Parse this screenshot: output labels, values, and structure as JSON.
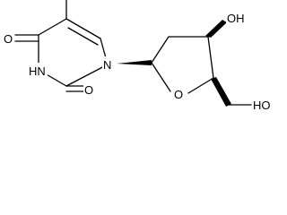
{
  "diagram": {
    "type": "chemical-structure",
    "atom_labels": {
      "n1": "N",
      "n3": "HN",
      "o2": "O",
      "o4": "O",
      "o_ring": "O",
      "oh3": "OH",
      "oh5": "HO"
    }
  }
}
